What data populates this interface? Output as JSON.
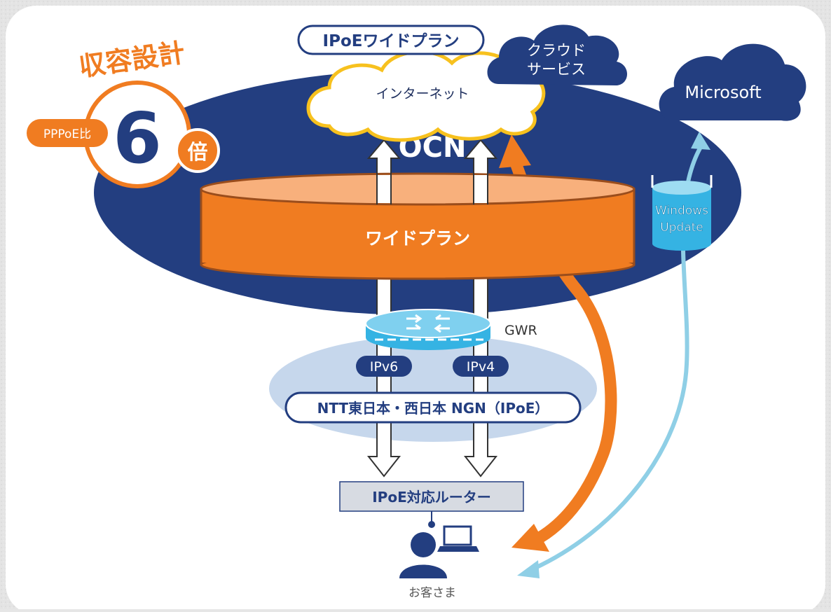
{
  "badge": {
    "heading": "収容設計",
    "prefix": "PPPoE比",
    "number": "6",
    "suffix": "倍"
  },
  "plan_tag": "IPoEワイドプラン",
  "internet": "インターネット",
  "cloud_services": {
    "line1": "クラウド",
    "line2": "サービス"
  },
  "microsoft": "Microsoft",
  "network_name": "OCN",
  "wide_plan": "ワイドプラン",
  "windows_update": {
    "line1": "Windows",
    "line2": "Update"
  },
  "gateway": "GWR",
  "ipv6": "IPv6",
  "ipv4": "IPv4",
  "ngn": "NTT東日本・西日本 NGN（IPoE）",
  "router": "IPoE対応ルーター",
  "customer": "お客さま",
  "colors": {
    "navy": "#233e80",
    "orange": "#f07c21",
    "light_blue": "#8fcfe6",
    "cloud_yellow": "#f7c11e",
    "ngn_blue": "#c6d7ec",
    "router_gray": "#d7dbe2"
  }
}
